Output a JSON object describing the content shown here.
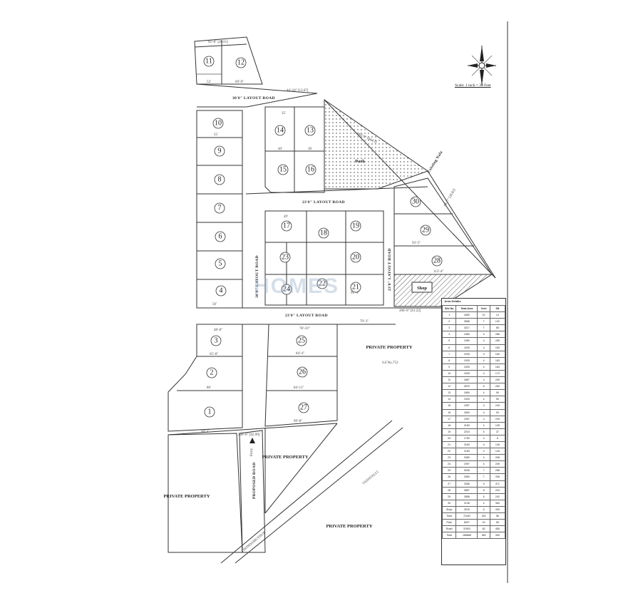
{
  "compass": {
    "caption": "Scale: 1 inch = 33 Feet"
  },
  "roads": {
    "top_layout": "30'0\" LAYOUT ROAD",
    "mid_layout": "23'0\" LAYOUT ROAD",
    "bottom_layout": "23'0\" LAYOUT ROAD",
    "left_vertical": "30'0\" LAYOUT ROAD",
    "right_vertical": "23'0\" LAYOUT ROAD",
    "proposed": "PROPOSED ROAD",
    "existing_nala": "Existing Nala",
    "entry": "Entry",
    "vadavalli": "VADAVALLI",
    "thondamuthur": "THONDAMUTHUR"
  },
  "areas": {
    "private_property_right": "PRIVATE PROPERTY",
    "sf_no": "S.F.No.753",
    "private_property_mid": "PRIVATE PROPERTY",
    "private_property_left": "PRIVATE PROPERTY",
    "private_property_bottom": "PRIVATE PROPERTY",
    "park": "Park",
    "shop": "Shop"
  },
  "dimensions": {
    "top_width": "65'-8\" [20.01]",
    "entry_width": "206'-8\" [62.99]",
    "layout_right": "206'-8\" [61.22]",
    "nala_top": "144'-9\" [44.13]",
    "nala_right": "94'-7\" [28.82]",
    "d_44_10": "44'-10\" [13.67]",
    "d_79_3": "79'-3\"",
    "d_94_5": "94'-5\"",
    "d_99_8": "99'-8\"",
    "d_84_11": "84'-11\"",
    "d_84_4": "84'-4\"",
    "d_78_10": "78'-10\"",
    "d_65_8": "65'-8\"",
    "d_48_8": "48'-8\"",
    "d_69_9": "69'-9\"",
    "d_80": "80'",
    "d_52": "52'",
    "d_55": "55'",
    "d_50": "50'",
    "d_49": "49'",
    "d_35": "35'",
    "d_40": "40'",
    "d_36": "36'",
    "d_93_5": "93'-5\"",
    "d_112_4": "112'-4\"",
    "d_91_4": "91'-4\""
  },
  "plots": [
    {
      "n": "1"
    },
    {
      "n": "2"
    },
    {
      "n": "3"
    },
    {
      "n": "4"
    },
    {
      "n": "5"
    },
    {
      "n": "6"
    },
    {
      "n": "7"
    },
    {
      "n": "8"
    },
    {
      "n": "9"
    },
    {
      "n": "10"
    },
    {
      "n": "11"
    },
    {
      "n": "12"
    },
    {
      "n": "13"
    },
    {
      "n": "14"
    },
    {
      "n": "15"
    },
    {
      "n": "16"
    },
    {
      "n": "17"
    },
    {
      "n": "18"
    },
    {
      "n": "19"
    },
    {
      "n": "20"
    },
    {
      "n": "21"
    },
    {
      "n": "22"
    },
    {
      "n": "23"
    },
    {
      "n": "24"
    },
    {
      "n": "25"
    },
    {
      "n": "26"
    },
    {
      "n": "27"
    },
    {
      "n": "28"
    },
    {
      "n": "29"
    },
    {
      "n": "30"
    }
  ],
  "watermark": "HOMES",
  "area_table": {
    "caption": "Area Details",
    "headers": [
      "Site No",
      "Total Area",
      "Cent",
      "Sft"
    ],
    "rows": [
      [
        "1",
        "4350",
        "10",
        "14"
      ],
      [
        "2",
        "3568",
        "7",
        "132"
      ],
      [
        "3",
        "3217",
        "7",
        "85"
      ],
      [
        "4",
        "1960",
        "4",
        "286"
      ],
      [
        "5",
        "1950",
        "4",
        "255"
      ],
      [
        "6",
        "1925",
        "4",
        "183"
      ],
      [
        "7",
        "1925",
        "4",
        "183"
      ],
      [
        "8",
        "1925",
        "4",
        "183"
      ],
      [
        "9",
        "1925",
        "4",
        "183"
      ],
      [
        "10",
        "1925",
        "4",
        "173"
      ],
      [
        "11",
        "1867",
        "4",
        "249"
      ],
      [
        "12",
        "2875",
        "6",
        "264"
      ],
      [
        "13",
        "1850",
        "4",
        "99"
      ],
      [
        "14",
        "1925",
        "4",
        "50"
      ],
      [
        "15",
        "1997",
        "4",
        "249"
      ],
      [
        "16",
        "1800",
        "4",
        "93"
      ],
      [
        "17",
        "1997",
        "4",
        "249"
      ],
      [
        "18",
        "2160",
        "4",
        "128"
      ],
      [
        "19",
        "2215",
        "5",
        "37"
      ],
      [
        "20",
        "1750",
        "4",
        "6"
      ],
      [
        "21",
        "2160",
        "4",
        "128"
      ],
      [
        "22",
        "2160",
        "4",
        "128"
      ],
      [
        "23",
        "2080",
        "4",
        "298"
      ],
      [
        "24",
        "1997",
        "4",
        "249"
      ],
      [
        "25",
        "3045",
        "7",
        "288"
      ],
      [
        "26",
        "3383",
        "7",
        "336"
      ],
      [
        "27",
        "3356",
        "9",
        "371"
      ],
      [
        "28",
        "3687",
        "8",
        "203"
      ],
      [
        "29",
        "2858",
        "6",
        "242"
      ],
      [
        "30",
        "2138",
        "4",
        "384"
      ],
      [
        "Shop",
        "2578",
        "5",
        "390"
      ],
      [
        "Total",
        "71160",
        "163",
        "56"
      ],
      [
        "Park",
        "8327",
        "19",
        "55"
      ],
      [
        "Road",
        "37603",
        "62",
        "455"
      ],
      [
        "Total",
        "188888",
        "269",
        "309"
      ]
    ]
  }
}
